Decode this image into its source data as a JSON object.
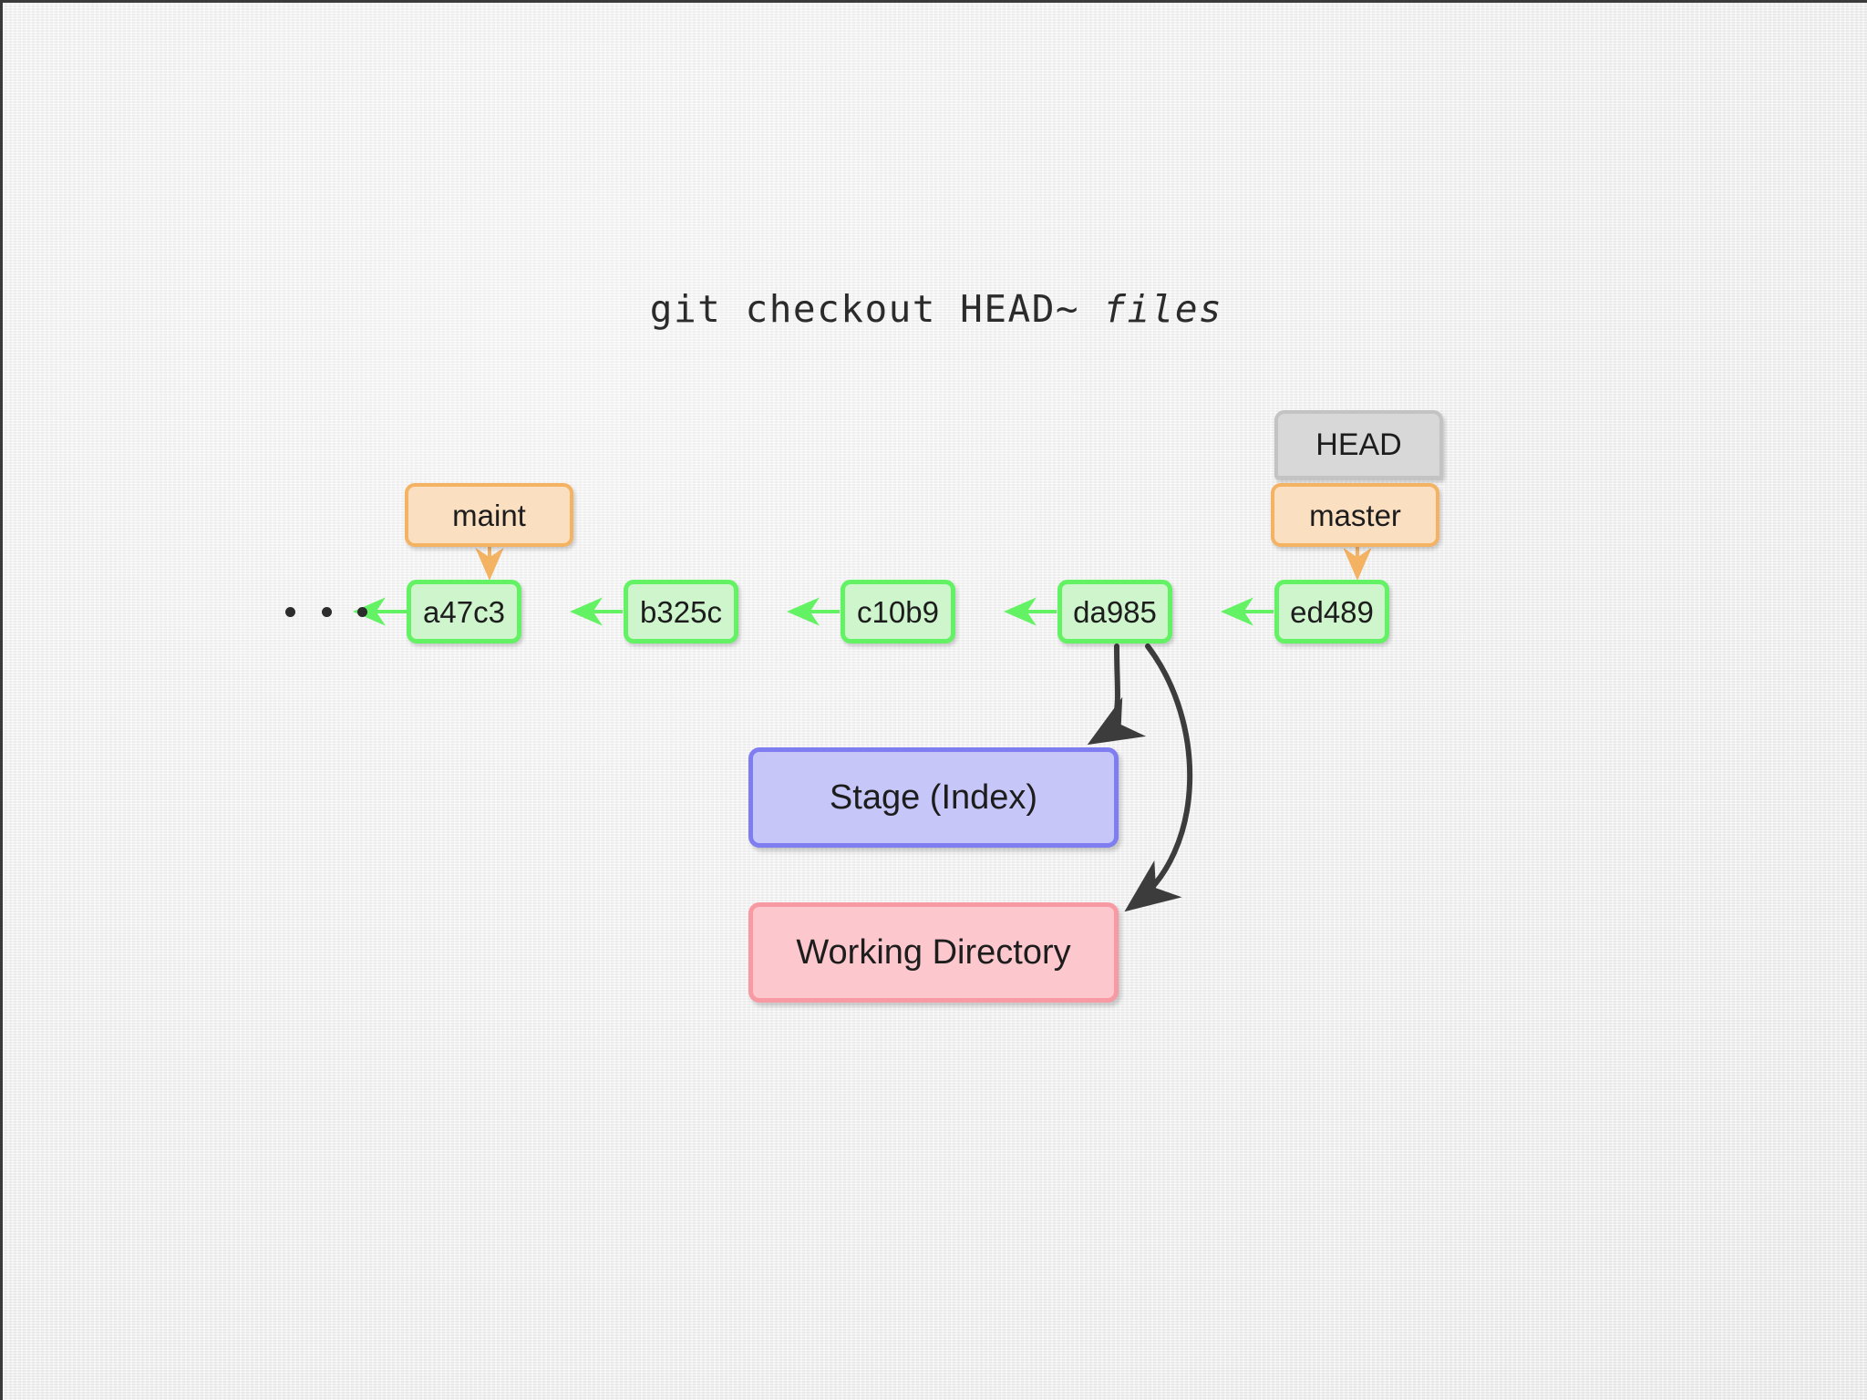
{
  "title": {
    "command": "git checkout HEAD~ ",
    "argument": "files"
  },
  "colors": {
    "background": "#f1f1f1",
    "commit_fill": "#cef5cc",
    "commit_border": "#63f263",
    "branch_fill": "#fbdfc1",
    "branch_border": "#f4b263",
    "head_fill": "#d8d8d8",
    "head_border": "#c3c3c3",
    "stage_fill": "#c6c6f8",
    "stage_border": "#7f7ef0",
    "workdir_fill": "#fcc8cd",
    "workdir_border": "#f79aa3",
    "arrow_dark": "#3c3c3c",
    "arrow_green": "#63f263",
    "arrow_orange": "#f4b263"
  },
  "graph": {
    "ellipsis": "...",
    "commits": [
      {
        "id": "a47c3"
      },
      {
        "id": "b325c"
      },
      {
        "id": "c10b9"
      },
      {
        "id": "da985"
      },
      {
        "id": "ed489"
      }
    ],
    "refs": [
      {
        "name": "maint",
        "points_to": "a47c3"
      },
      {
        "name": "master",
        "points_to": "ed489"
      }
    ],
    "head": {
      "label": "HEAD",
      "attached_to": "master"
    },
    "areas": [
      {
        "label": "Stage (Index)",
        "source": "da985"
      },
      {
        "label": "Working Directory",
        "source": "da985"
      }
    ]
  }
}
